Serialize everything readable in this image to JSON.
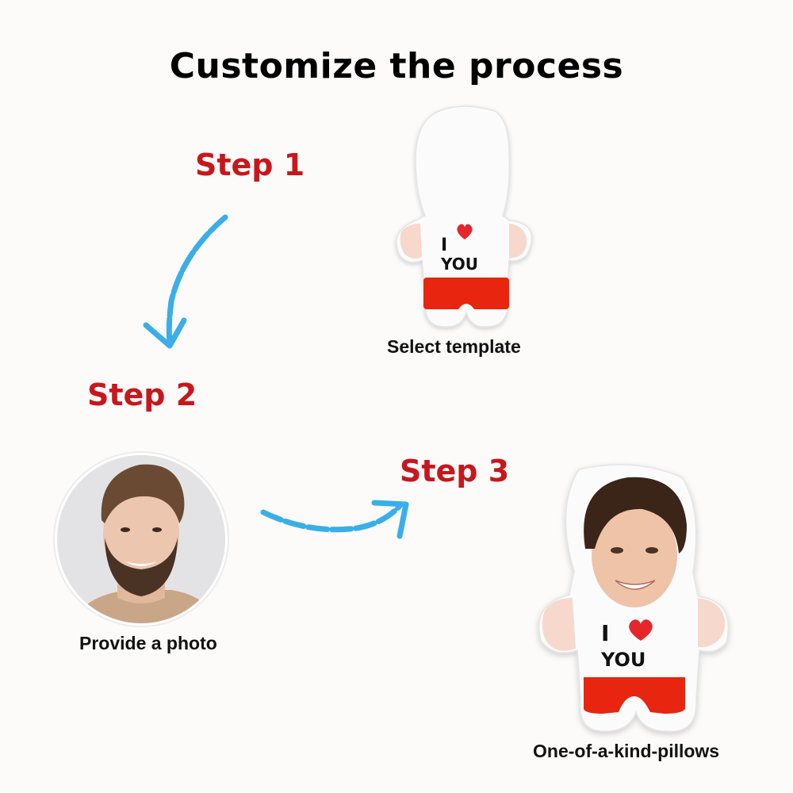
{
  "title": "Customize the process",
  "colors": {
    "background": "#fcfbfa",
    "step_red": "#c8171c",
    "arrow_blue": "#3aaee8",
    "shorts_red": "#e8250f",
    "heart_red": "#e5262b"
  },
  "steps": [
    {
      "label": "Step 1",
      "caption": "Select template"
    },
    {
      "label": "Step 2",
      "caption": "Provide a photo"
    },
    {
      "label": "Step 3",
      "caption": "One-of-a-kind-pillows"
    }
  ],
  "pillow_shirt": {
    "line1": "I",
    "line2": "YOU",
    "heart_icon": "heart-icon"
  },
  "icons": {
    "arrow_down": "curved-dashed-arrow-down-icon",
    "arrow_right": "curved-dashed-arrow-right-icon"
  }
}
